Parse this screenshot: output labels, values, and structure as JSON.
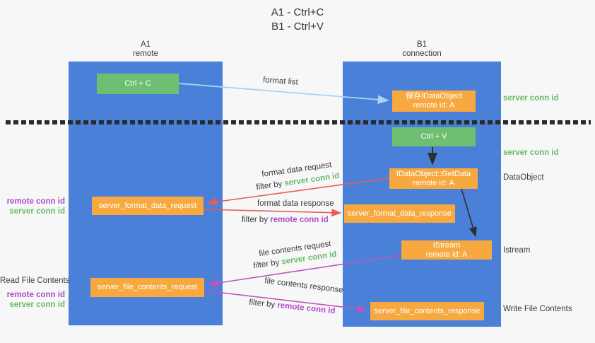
{
  "title": {
    "line1": "A1 - Ctrl+C",
    "line2": "B1 - Ctrl+V"
  },
  "lanes": {
    "left": {
      "title": "A1",
      "subtitle": "remote"
    },
    "right": {
      "title": "B1",
      "subtitle": "connection"
    }
  },
  "nodes": {
    "ctrl_c": "Ctrl + C",
    "save_idataobject": {
      "title": "保存IDataObject",
      "sub": "remote id: A"
    },
    "ctrl_v": "Ctrl + V",
    "getdata": {
      "title": "IDataObject::GetData",
      "sub": "remote id: A"
    },
    "format_request": "server_format_data_request",
    "format_response": "server_format_data_response",
    "istream": {
      "title": "IStream",
      "sub": "remote id: A"
    },
    "file_request": "server_file_contents_request",
    "file_response": "server_file_contents_response"
  },
  "edges": {
    "format_list": {
      "label": "format list"
    },
    "format_data_request": {
      "label": "format data request",
      "filter_prefix": "filter by",
      "filter_key": "server conn id"
    },
    "format_data_response": {
      "label": "format data response",
      "filter_prefix": "filter by",
      "filter_key": "remote conn id"
    },
    "file_contents_request": {
      "label": "file contents request",
      "filter_prefix": "filter by",
      "filter_key": "server conn id"
    },
    "file_contents_response": {
      "label": "file contents response",
      "filter_prefix": "filter by",
      "filter_key": "remote conn id"
    }
  },
  "side_labels": {
    "right": {
      "server_conn_id_top": "server conn id",
      "server_conn_id_mid": "server conn id",
      "dataobject": "DataObject",
      "istream": "Istream",
      "write_file_contents": "Write File Contents"
    },
    "left": {
      "remote_conn_id_mid": "remote conn id",
      "server_conn_id_mid": "server conn id",
      "read_file_contents": "Read File Contents",
      "remote_conn_id_bottom": "remote conn id",
      "server_conn_id_bottom": "server conn id"
    }
  },
  "colors": {
    "lane_blue": "#4a80d8",
    "node_green": "#6fbf72",
    "node_orange": "#f7a940",
    "arrow_light_blue": "#a9d3ee",
    "arrow_red": "#e35d5d",
    "arrow_magenta": "#c053c0",
    "arrow_black": "#2f2f2f",
    "text_green": "#67bb67",
    "text_purple": "#b14ac9",
    "text_dark": "#3b3b3b",
    "background": "#f7f7f8"
  }
}
